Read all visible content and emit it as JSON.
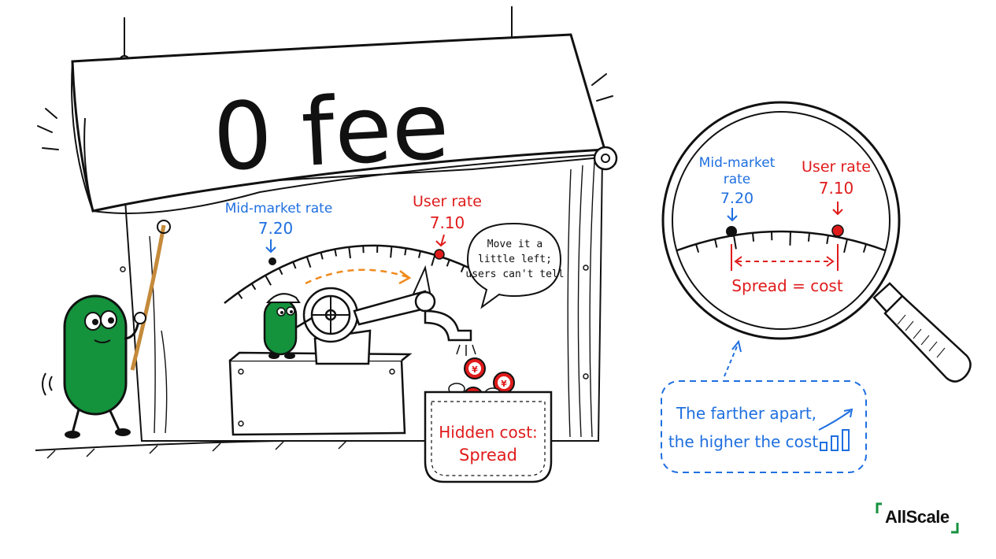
{
  "banner": {
    "text": "0 fee"
  },
  "gauge": {
    "mid_label": "Mid-market rate",
    "mid_value": "7.20",
    "user_label": "User rate",
    "user_value": "7.10"
  },
  "speech_bubble": {
    "lines": [
      "Move it a",
      "little left;",
      "users can't tell"
    ]
  },
  "pocket": {
    "line1": "Hidden cost:",
    "line2": "Spread"
  },
  "magnifier": {
    "mid_label_line1": "Mid-market",
    "mid_label_line2": "rate",
    "mid_value": "7.20",
    "user_label": "User rate",
    "user_value": "7.10",
    "spread_text": "Spread = cost"
  },
  "callout": {
    "line1": "The farther apart,",
    "line2": "the higher the cost"
  },
  "brand": {
    "name": "AllScale"
  },
  "colors": {
    "blue": "#1f6fe0",
    "red": "#e01b1b",
    "green": "#14923c",
    "orange": "#f08a1c",
    "ink": "#111111"
  }
}
